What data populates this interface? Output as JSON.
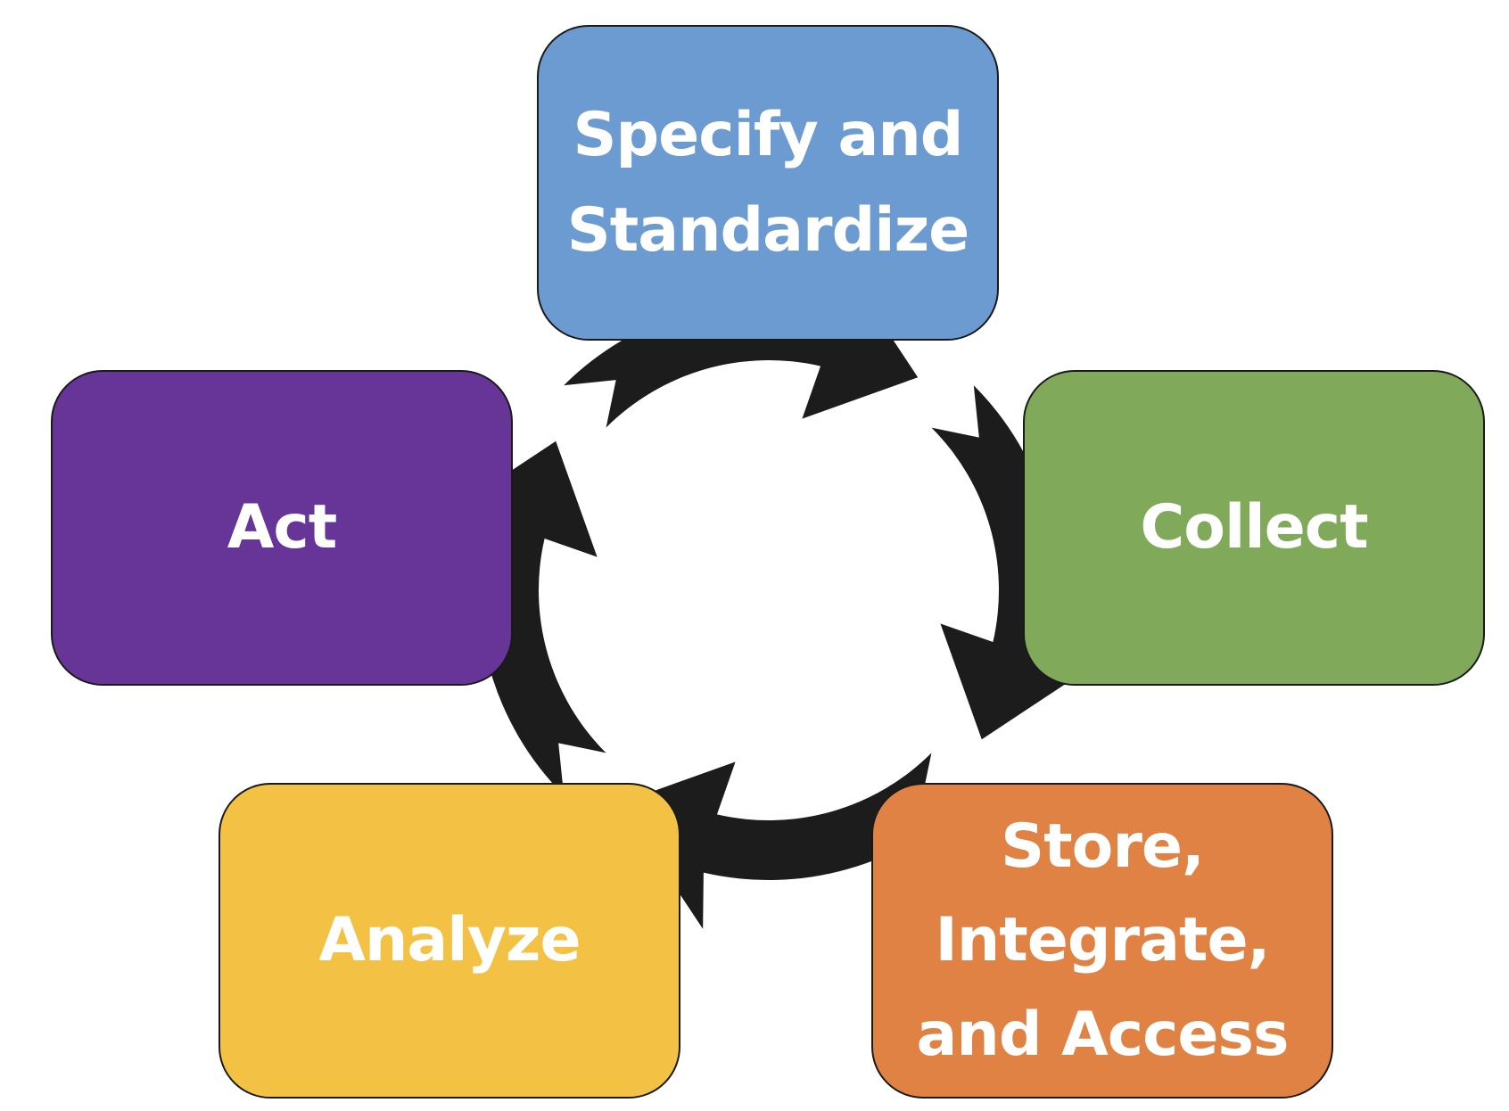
{
  "steps": [
    {
      "id": "specify",
      "label": "Specify and\nStandardize",
      "color": "#6b9bd1"
    },
    {
      "id": "collect",
      "label": "Collect",
      "color": "#80aa5a"
    },
    {
      "id": "store",
      "label": "Store,\nIntegrate,\nand Access",
      "color": "#e08243"
    },
    {
      "id": "analyze",
      "label": "Analyze",
      "color": "#f3c245"
    },
    {
      "id": "act",
      "label": "Act",
      "color": "#673598"
    }
  ],
  "cycle": {
    "icon": "refresh-cycle-icon",
    "arrow_count": 4,
    "color": "#1c1c1c"
  }
}
